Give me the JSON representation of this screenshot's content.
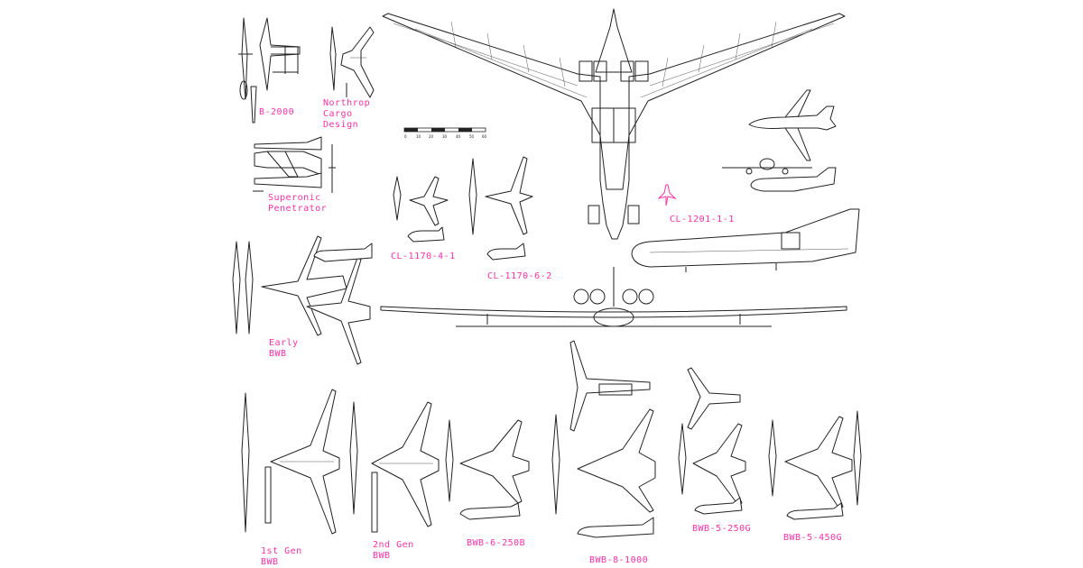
{
  "colors": {
    "label": "#ff2fa8",
    "ink": "#222222",
    "background": "#ffffff"
  },
  "labels": {
    "b2000": "B-2000",
    "northrop": "Northrop\nCargo\nDesign",
    "superonic": "Superonic\nPenetrator",
    "early_bwb": "Early\nBWB",
    "cl1170_4_1": "CL-1170-4-1",
    "cl1170_6_2": "CL-1170-6-2",
    "cl1201_1_1": "CL-1201-1-1",
    "gen1": "1st Gen\nBWB",
    "gen2": "2nd Gen\nBWB",
    "bwb6_250b": "BWB-6-250B",
    "bwb8_1000": "BWB-8-1000",
    "bwb5_250g": "BWB-5-250G",
    "bwb5_450g": "BWB-5-450G"
  },
  "scale_bar": {
    "ticks": [
      "0",
      "10",
      "20",
      "30",
      "40",
      "50",
      "60"
    ]
  }
}
